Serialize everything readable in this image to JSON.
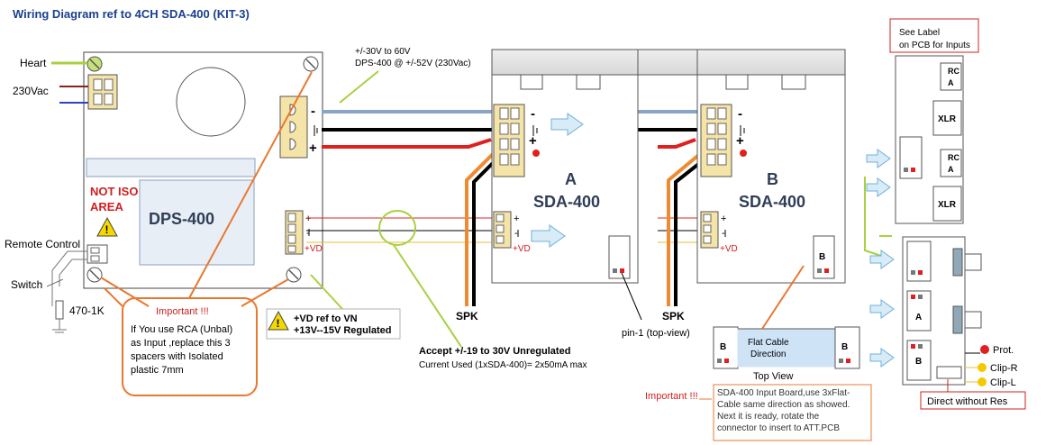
{
  "title": "Wiring Diagram ref to 4CH SDA-400 (KIT-3)",
  "psu": {
    "heart_label": "Heart",
    "ac_label": "230Vac",
    "name": "DPS-400",
    "not_iso_line1": "NOT ISO",
    "not_iso_line2": "AREA",
    "remote_label": "Remote Control",
    "switch_label": "Switch",
    "resistor_label": "470-1K",
    "vd_label": "+VD"
  },
  "important_note": {
    "title": "Important !!!",
    "lines": [
      "If You use RCA (Unbal)",
      "as Input ,replace this 3",
      "spacers with Isolated",
      "plastic 7mm"
    ]
  },
  "vd_note": {
    "line1": "+VD ref to VN",
    "line2": "+13V--15V Regulated"
  },
  "supply_note": {
    "line1": "+/-30V to 60V",
    "line2": "DPS-400 @ +/-52V (230Vac)"
  },
  "accept_note": {
    "line1": "Accept +/-19 to 30V Unregulated",
    "line2": "Current Used (1xSDA-400)= 2x50mA max"
  },
  "amp_a": {
    "letter": "A",
    "name": "SDA-400",
    "vd_label": "+VD"
  },
  "amp_b": {
    "letter": "B",
    "name": "SDA-400",
    "vd_label": "+VD"
  },
  "spk_label": "SPK",
  "pin1_label": "pin-1 (top-view)",
  "flat_cable": {
    "line1": "Flat Cable",
    "line2": "Direction",
    "view_label": "Top View",
    "b_label": "B"
  },
  "important2": {
    "title": "Important !!!",
    "lines": [
      "SDA-400 Input Board,use 3xFlat-",
      "Cable same direction as showed.",
      "Next it is ready, rotate the",
      "connector to insert to ATT.PCB"
    ]
  },
  "label_note": {
    "line1": "See Label",
    "line2": "on PCB for Inputs"
  },
  "input_pcb": {
    "rca_top_1": "RC",
    "rca_top_2": "A",
    "xlr_top": "XLR",
    "rca_bottom_1": "RC",
    "rca_bottom_2": "A",
    "xlr_bottom": "XLR"
  },
  "att_pcb": {
    "a_label": "A",
    "b_label": "B",
    "prot_label": "Prot.",
    "clip_r_label": "Clip-R",
    "clip_l_label": "Clip-L",
    "direct_label": "Direct without Res"
  },
  "colors": {
    "wire_blue": "#8aa4c8",
    "wire_red": "#e02020",
    "wire_orange": "#f08a30",
    "wire_green": "#a8d040",
    "note_border": "#e87830",
    "connector": "#f5e4a8",
    "arrow_fill": "#d8ecf8"
  }
}
